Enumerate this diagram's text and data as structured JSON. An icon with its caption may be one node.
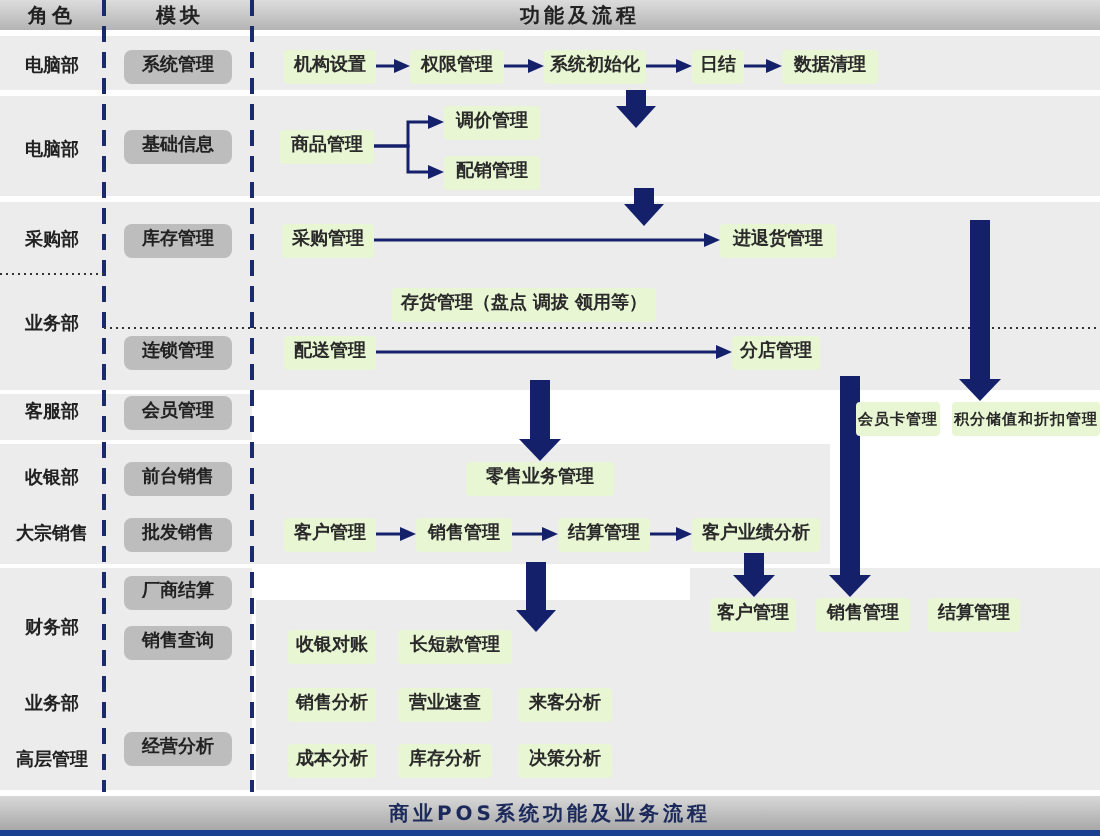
{
  "diagram": {
    "caption": "商业POS系统功能及业务流程",
    "nodes": [
      {
        "text": [
          "系统管理"
        ]
      },
      {
        "text": [
          "基础信息"
        ]
      },
      {
        "text": [
          "库存管理"
        ]
      },
      {
        "text": [
          "连锁管理"
        ]
      },
      {
        "text": [
          "会员管理"
        ]
      },
      {
        "text": [
          "前台销售"
        ]
      },
      {
        "text": [
          "批发销售"
        ]
      },
      {
        "text": [
          "厂商结算"
        ]
      },
      {
        "text": [
          "销售查询"
        ]
      },
      {
        "text": [
          "经营分析"
        ]
      },
      {
        "text": [
          "机构设置"
        ]
      },
      {
        "text": [
          "权限管理"
        ]
      },
      {
        "text": [
          "系统初始化"
        ]
      },
      {
        "text": [
          "日结"
        ]
      },
      {
        "text": [
          "数据清理"
        ]
      },
      {
        "text": [
          "商品管理"
        ]
      },
      {
        "text": [
          "调价管理"
        ]
      },
      {
        "text": [
          "配销管理"
        ]
      },
      {
        "text": [
          "采购管理"
        ]
      },
      {
        "text": [
          "进退货管理"
        ]
      },
      {
        "text": [
          "存货管理（盘点 调拔 领用等）"
        ]
      },
      {
        "text": [
          "配送管理"
        ]
      },
      {
        "text": [
          "分店管理"
        ]
      },
      {
        "text": [
          "会员卡管理"
        ]
      },
      {
        "text": [
          "积分储值和折扣管理"
        ]
      },
      {
        "text": [
          "零售业务管理"
        ]
      },
      {
        "text": [
          "客户管理"
        ]
      },
      {
        "text": [
          "销售管理"
        ]
      },
      {
        "text": [
          "结算管理"
        ]
      },
      {
        "text": [
          "客户业绩分析"
        ]
      },
      {
        "text": [
          "客户管理"
        ]
      },
      {
        "text": [
          "销售管理"
        ]
      },
      {
        "text": [
          "结算管理"
        ]
      },
      {
        "text": [
          "收银对账"
        ]
      },
      {
        "text": [
          "长短款管理"
        ]
      },
      {
        "text": [
          "销售分析"
        ]
      },
      {
        "text": [
          "营业速查"
        ]
      },
      {
        "text": [
          "来客分析"
        ]
      },
      {
        "text": [
          "成本分析"
        ]
      },
      {
        "text": [
          "库存分析"
        ]
      },
      {
        "text": [
          "决策分析"
        ]
      }
    ],
    "edges": [
      {
        "from": 10,
        "to": 11,
        "arrow": "to"
      },
      {
        "from": 11,
        "to": 12,
        "arrow": "to"
      },
      {
        "from": 12,
        "to": 13,
        "arrow": "to"
      },
      {
        "from": 13,
        "to": 14,
        "arrow": "to"
      },
      {
        "from": 15,
        "to": 16,
        "arrow": "to"
      },
      {
        "from": 15,
        "to": 17,
        "arrow": "to"
      },
      {
        "from": 18,
        "to": 19,
        "arrow": "to"
      },
      {
        "from": 21,
        "to": 22,
        "arrow": "to"
      },
      {
        "from": null,
        "to": 24,
        "arrow": "to",
        "style": "thick"
      },
      {
        "from": null,
        "to": 25,
        "arrow": "to",
        "style": "thick"
      },
      {
        "from": null,
        "to": 31,
        "arrow": "to",
        "style": "thick"
      },
      {
        "from": 26,
        "to": 27,
        "arrow": "to"
      },
      {
        "from": 27,
        "to": 28,
        "arrow": "to"
      },
      {
        "from": 28,
        "to": 29,
        "arrow": "to"
      },
      {
        "from": 29,
        "to": 30,
        "arrow": "to",
        "style": "thick"
      }
    ],
    "labels": [
      "角色",
      "模块",
      "功能及流程",
      "电脑部",
      "电脑部",
      "采购部",
      "业务部",
      "客服部",
      "收银部",
      "大宗销售",
      "财务部",
      "业务部",
      "高层管理"
    ]
  }
}
